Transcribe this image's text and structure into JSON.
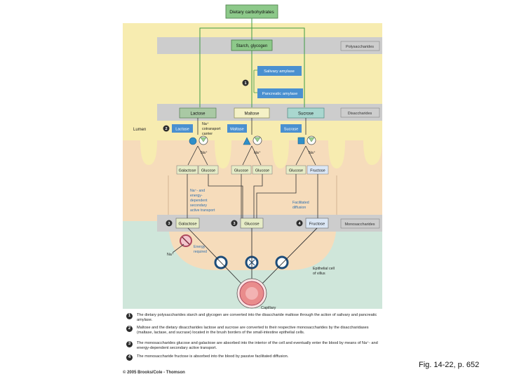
{
  "figure": {
    "top_box": "Dietary carbohydrates",
    "starch": "Starch, glycogen",
    "salivary_amylase": "Salivary amylase",
    "pancreatic_amylase": "Pancreatic amylase",
    "disaccharides": [
      "Lactose",
      "Maltose",
      "Sucrose"
    ],
    "enzymes": [
      "Lactase",
      "Maltase",
      "Sucrase"
    ],
    "monosaccharides_brush": [
      "Galactose",
      "Glucose",
      "Glucose",
      "Glucose",
      "Glucose",
      "Fructose"
    ],
    "monosaccharides_bottom": [
      "Galactose",
      "Glucose",
      "Fructose"
    ],
    "side_labels": {
      "polysaccharides": "Polysaccharides",
      "disaccharides": "Disaccharides",
      "monosaccharides": "Monosaccharides"
    },
    "step_numbers": [
      "1",
      "2",
      "3",
      "3",
      "4"
    ],
    "lumen": "Lumen",
    "na_plus": "Na⁺",
    "cotransport": [
      "cotransport",
      "carrier"
    ],
    "na_energy": [
      "Na⁺- and",
      "energy-",
      "dependent",
      "secondary",
      "active transport"
    ],
    "facilitated": [
      "Facilitated",
      "diffusion"
    ],
    "energy_required": [
      "Energy",
      "required"
    ],
    "epithelial": [
      "Epithelial cell",
      "of villus"
    ],
    "capillary": "Capillary"
  },
  "notes": [
    {
      "num": "1",
      "text": "The dietary polysaccharides starch and glycogen are converted into the disaccharide maltose through the action of salivary and pancreatic amylase."
    },
    {
      "num": "2",
      "text": "Maltose and the dietary disaccharides lactose and sucrose are converted to their respective monosaccharides by the disaccharidases (maltase, lactase, and sucrase) located in the brush borders of the small-intestine epithelial cells."
    },
    {
      "num": "3",
      "text": "The monosaccharides glucose and galactose are absorbed into the interior of the cell and eventually enter the blood by means of Na⁺- and energy-dependent secondary active transport."
    },
    {
      "num": "4",
      "text": "The monosaccharide fructose is absorbed into the blood by passive facilitated diffusion."
    }
  ],
  "copyright": "© 2005 Brooks/Cole - Thomson",
  "caption": "Fig. 14-22, p. 652",
  "colors": {
    "lumen_yellow": "#f7ecb0",
    "cell_peach": "#f6dcbb",
    "blood_teal": "#cfe6da",
    "band_gray": "#cdcdcd",
    "green_box": "#8dc98a",
    "blue_box": "#4a90d0",
    "capillary_pink": "#e98c8c"
  }
}
